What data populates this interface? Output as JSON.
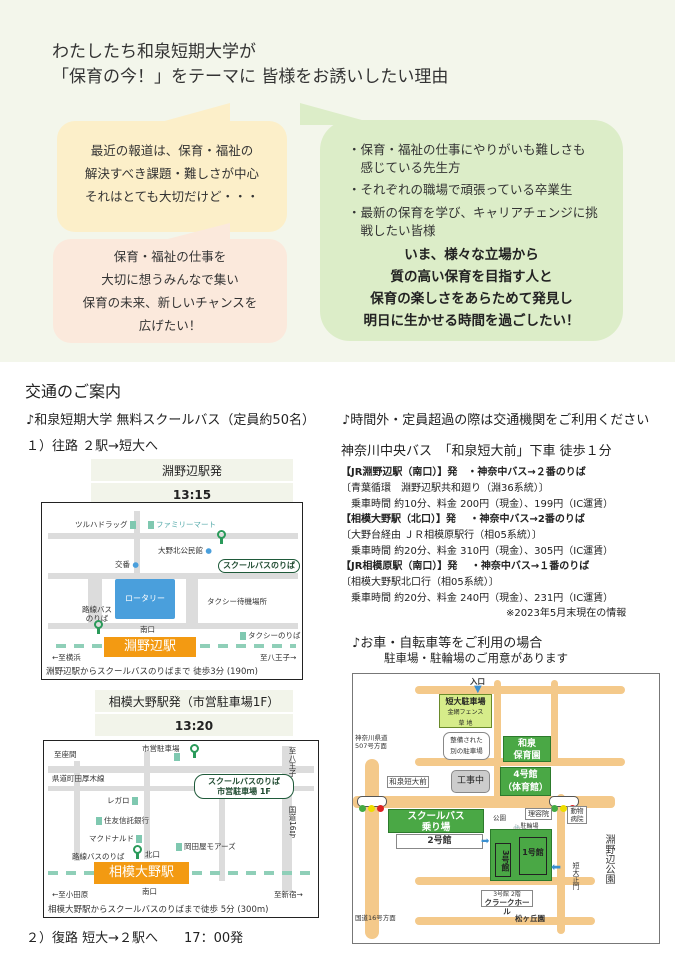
{
  "intro": {
    "title_lines": [
      "わたしたち和泉短期大学が",
      "「保育の今！」をテーマに 皆様をお誘いしたい理由"
    ],
    "bubble_yellow": [
      "最近の報道は、保育・福祉の",
      "解決すべき課題・難しさが中心",
      "それはとても大切だけど・・・"
    ],
    "bubble_pink": [
      "保育・福祉の仕事を",
      "大切に想うみんなで集い",
      "保育の未来、新しいチャンスを",
      "広げたい！"
    ],
    "bubble_green_list": [
      "・保育・福祉の仕事にやりがいも難しさも",
      "　感じている先生方",
      "・それぞれの職場で頑張っている卒業生",
      "・最新の保育を学び、キャリアチェンジに挑",
      "　戦したい皆様"
    ],
    "bubble_green_bold": [
      "いま、様々な立場から",
      "質の高い保育を目指す人と",
      "保育の楽しさをあらためて発見し",
      "明日に生かせる時間を過ごしたい！"
    ],
    "colors": {
      "bg": "#f3f6eb",
      "yellow": "#fcefc9",
      "pink": "#fbe9dc",
      "green": "#dcedc8"
    }
  },
  "access": {
    "heading": "交通のご案内",
    "school_bus": "♪和泉短期大学 無料スクールバス（定員約50名）",
    "outbound": "１）往路 ２駅→短大へ",
    "return": "２）復路 短大→２駅へ　　17：00発",
    "fuchinobe": {
      "depart": "淵野辺駅発",
      "time": "13:15",
      "map": {
        "tsuruha": "ツルハドラッグ",
        "familymart": "ファミリーマート",
        "koban": "交番",
        "community_hall": "大野北公民館",
        "bus_stop": "スクールバスのりば",
        "rotary": "ロータリー",
        "taxi_wait": "タクシー待機場所",
        "route_bus": [
          "路線バス",
          "のりば"
        ],
        "south_exit": "南口",
        "taxi_stop": "タクシーのりば",
        "station": "淵野辺駅",
        "to_yokohama": "←至横浜",
        "to_hachioji": "至八王子→",
        "caption": "淵野辺駅からスクールバスのりばまで 徒歩3分 (190m)"
      }
    },
    "sagamiono": {
      "depart": "相模大野駅発（市営駐車場1F）",
      "time": "13:20",
      "map": {
        "to_zama": "至座間",
        "parking": "市営駐車場",
        "kendo": "県道町田厚木線",
        "to_hachioji": "至八王子",
        "bus_stop": [
          "スクールバスのりば",
          "市営駐車場 1F"
        ],
        "regalo": "レガロ",
        "sumitomo": "住友信託銀行",
        "kokudo": "国道16号",
        "mcdonalds": "マクドナルド",
        "okadaya": "岡田屋モアーズ",
        "route_bus": "路線バスのりば",
        "north_exit": "北口",
        "station": "相模大野駅",
        "south_exit": "南口",
        "to_odawara": "←至小田原",
        "to_shinjuku": "至新宿→",
        "caption": "相模大野駅からスクールバスのりばまで徒歩 5分 (300m)"
      }
    },
    "public_transport": {
      "heading": "♪時間外・定員超過の際は交通機関をご利用ください",
      "bus_line": "神奈川中央バス　「和泉短大前」下車 徒歩１分",
      "routes": [
        {
          "from": "【JR淵野辺駅（南口）】発　・神奈中バス→２番のりば",
          "line": "〔青葉循環　淵野辺駅共和廻り（淵36系統）〕",
          "fare": "　乗車時間 約10分、料金 200円（現金）、199円（IC運賃）"
        },
        {
          "from": "【相模大野駅（北口）】発　 ・神奈中バス→2番のりば",
          "line": "〔大野台経由 ＪＲ相模原駅行（相05系統）〕",
          "fare": "　乗車時間 約20分、料金 310円（現金）、305円（IC運賃）"
        },
        {
          "from": "【JR相模原駅（南口）】発　 ・神奈中バス→１番のりば",
          "line": "〔相模大野駅北口行（相05系統）〕",
          "fare": "　乗車時間 約20分、料金 240円（現金）、231円（IC運賃）"
        }
      ],
      "note": "※2023年5月末現在の情報"
    },
    "car": {
      "heading": "♪お車・自転車等をご利用の場合",
      "sub": "駐車場・駐輪場のご用意があります",
      "map": {
        "entrance": "入口",
        "parking": "短大駐車場",
        "parking_sub": [
          "金網フェンス",
          "草 地"
        ],
        "other_parking": [
          "整備された",
          "別の駐車場"
        ],
        "nursery": [
          "和泉",
          "保育園"
        ],
        "bldg4": [
          "4号館",
          "（体育館）"
        ],
        "construction": "工事中",
        "route507": [
          "神奈川県道",
          "507号方面"
        ],
        "bus_stop_name": "和泉短大前",
        "school_bus": [
          "スクールバス",
          "乗り場"
        ],
        "park": "公園",
        "barber": "理容院",
        "bike": "駐輪場",
        "vet": [
          "動物",
          "病院"
        ],
        "bldg2": "2号館",
        "bldg3": "3号館",
        "bldg1": "1号館",
        "main_gate": "短大正門",
        "fuchinobe_park": "淵野辺公園",
        "clark": [
          "3号館 2階",
          "クラークホール"
        ],
        "route16": "国道16号方面",
        "matsugaoka": "松ヶ丘園"
      }
    }
  }
}
